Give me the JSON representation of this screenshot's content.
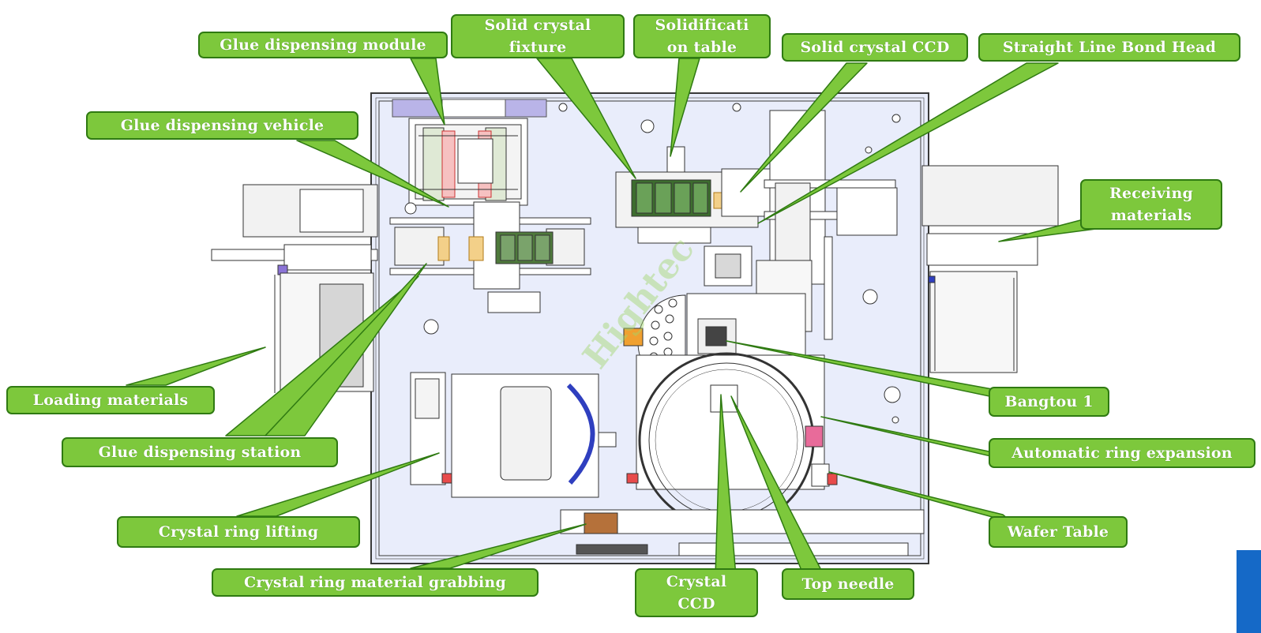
{
  "watermark": "Hightec",
  "colors": {
    "callout_fill": "#7dc83c",
    "callout_border": "#2f7a12",
    "callout_text": "#ffffff",
    "board_fill": "#e9edfb",
    "line_art": "#3a3a3a",
    "accent_tab": "#1569c7"
  },
  "callouts": [
    {
      "id": "glue-dispensing-module",
      "text": "Glue dispensing module"
    },
    {
      "id": "solid-crystal-fixture",
      "text": "Solid crystal\nfixture"
    },
    {
      "id": "solidification-table",
      "text": "Solidificati\non table"
    },
    {
      "id": "solid-crystal-ccd",
      "text": "Solid crystal CCD"
    },
    {
      "id": "straight-line-bond-head",
      "text": "Straight Line Bond Head"
    },
    {
      "id": "glue-dispensing-vehicle",
      "text": "Glue dispensing vehicle"
    },
    {
      "id": "receiving-materials",
      "text": "Receiving\nmaterials"
    },
    {
      "id": "loading-materials",
      "text": "Loading materials"
    },
    {
      "id": "bangtou-1",
      "text": "Bangtou 1"
    },
    {
      "id": "glue-dispensing-station",
      "text": "Glue dispensing station"
    },
    {
      "id": "automatic-ring-expansion",
      "text": "Automatic ring expansion"
    },
    {
      "id": "crystal-ring-lifting",
      "text": "Crystal ring lifting"
    },
    {
      "id": "wafer-table",
      "text": "Wafer Table"
    },
    {
      "id": "crystal-ring-material-grabbing",
      "text": "Crystal ring material grabbing"
    },
    {
      "id": "crystal-ccd",
      "text": "Crystal\nCCD"
    },
    {
      "id": "top-needle",
      "text": "Top needle"
    }
  ]
}
